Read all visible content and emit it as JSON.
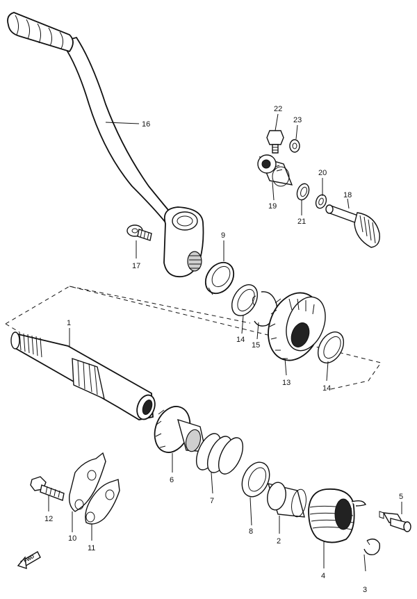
{
  "parts": {
    "p1": "1",
    "p2": "2",
    "p3": "3",
    "p4": "4",
    "p5": "5",
    "p6": "6",
    "p7": "7",
    "p8": "8",
    "p9": "9",
    "p10": "10",
    "p11": "11",
    "p12": "12",
    "p13": "13",
    "p14a": "14",
    "p14b": "14",
    "p15": "15",
    "p16": "16",
    "p17": "17",
    "p18": "18",
    "p19": "19",
    "p20": "20",
    "p21": "21",
    "p22": "22",
    "p23": "23"
  },
  "direction_marker": "FWD"
}
